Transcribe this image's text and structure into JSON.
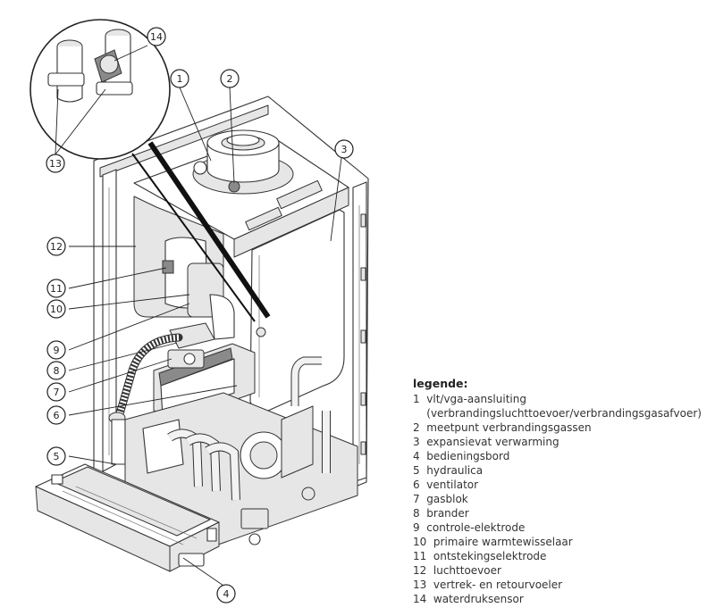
{
  "callouts": [
    "1",
    "2",
    "3",
    "4",
    "5",
    "6",
    "7",
    "8",
    "9",
    "10",
    "11",
    "12",
    "13",
    "14"
  ],
  "legend": {
    "title": "legende:",
    "items": [
      "1  vlt/vga-aansluiting",
      "    (verbrandingsluchttoevoer/verbrandingsgasafvoer)",
      "2  meetpunt verbrandingsgassen",
      "3  expansievat verwarming",
      "4  bedieningsbord",
      "5  hydraulica",
      "6  ventilator",
      "7  gasblok",
      "8  brander",
      "9  controle-elektrode",
      "10  primaire warmtewisselaar",
      "11  ontstekingselektrode",
      "12  luchttoevoer",
      "13  vertrek- en retourvoeler",
      "14  waterdruksensor"
    ]
  }
}
